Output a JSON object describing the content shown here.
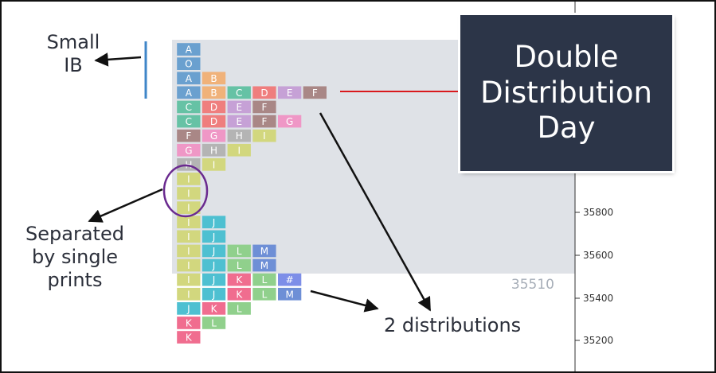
{
  "annotations": {
    "small_ib_line1": "Small",
    "small_ib_line2": "IB",
    "separated_line1": "Separated",
    "separated_line2": "by single",
    "separated_line3": "prints",
    "two_distributions": "2 distributions",
    "callout_line1": "Double",
    "callout_line2": "Distribution",
    "callout_line3": "Day"
  },
  "chart_data": {
    "type": "market-profile",
    "title": "",
    "xlabel": "",
    "ylabel": "",
    "price_ticks": [
      "35800",
      "35600",
      "35400",
      "35200"
    ],
    "value_area_label": "35510",
    "rows": [
      [
        "A"
      ],
      [
        "O"
      ],
      [
        "A",
        "B"
      ],
      [
        "A",
        "B",
        "C",
        "D",
        "E",
        "F"
      ],
      [
        "C",
        "D",
        "E",
        "F"
      ],
      [
        "C",
        "D",
        "E",
        "F",
        "G"
      ],
      [
        "F",
        "G",
        "H",
        "I"
      ],
      [
        "G",
        "H",
        "I"
      ],
      [
        "H",
        "I"
      ],
      [
        "I"
      ],
      [
        "I"
      ],
      [
        "I"
      ],
      [
        "I",
        "J"
      ],
      [
        "I",
        "J"
      ],
      [
        "I",
        "J",
        "L",
        "M"
      ],
      [
        "I",
        "J",
        "L",
        "M"
      ],
      [
        "I",
        "J",
        "K",
        "L",
        "#"
      ],
      [
        "I",
        "J",
        "K",
        "L",
        "M"
      ],
      [
        "J",
        "K",
        "L"
      ],
      [
        "K",
        "L"
      ],
      [
        "K"
      ]
    ],
    "letter_colors": {
      "A": "#6aa0cf",
      "O": "#6aa0cf",
      "B": "#f0b27a",
      "C": "#66c2a5",
      "D": "#ef7e7e",
      "E": "#c6a1d6",
      "F": "#a98786",
      "G": "#ef97c6",
      "H": "#b4b4b4",
      "I": "#d2d77e",
      "J": "#4ec0d1",
      "K": "#f06d8f",
      "L": "#90d08c",
      "M": "#6e8fd6",
      "#": "#7d8ee8"
    }
  }
}
